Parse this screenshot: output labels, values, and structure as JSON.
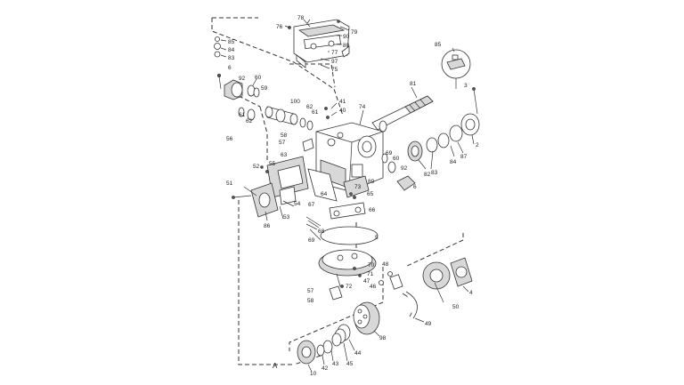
{
  "diagram": {
    "title": "",
    "reference_marker": "A",
    "callouts": [
      {
        "id": "c78",
        "text": "78"
      },
      {
        "id": "c76",
        "text": "76"
      },
      {
        "id": "c79",
        "text": "79"
      },
      {
        "id": "c90a",
        "text": "90"
      },
      {
        "id": "c80",
        "text": "80"
      },
      {
        "id": "c77",
        "text": "77"
      },
      {
        "id": "c97",
        "text": "97"
      },
      {
        "id": "c75",
        "text": "75"
      },
      {
        "id": "c85a",
        "text": "85"
      },
      {
        "id": "c84",
        "text": "84"
      },
      {
        "id": "c83",
        "text": "83"
      },
      {
        "id": "c6a",
        "text": "6"
      },
      {
        "id": "c92a",
        "text": "92"
      },
      {
        "id": "c60a",
        "text": "60"
      },
      {
        "id": "c59",
        "text": "59"
      },
      {
        "id": "c61a",
        "text": "61"
      },
      {
        "id": "c62a",
        "text": "62"
      },
      {
        "id": "c100",
        "text": "100"
      },
      {
        "id": "c62b",
        "text": "62"
      },
      {
        "id": "c61b",
        "text": "61"
      },
      {
        "id": "c41",
        "text": "41"
      },
      {
        "id": "c40",
        "text": "40"
      },
      {
        "id": "c74",
        "text": "74"
      },
      {
        "id": "c81",
        "text": "81"
      },
      {
        "id": "c85b",
        "text": "85"
      },
      {
        "id": "c3",
        "text": "3"
      },
      {
        "id": "c56",
        "text": "56"
      },
      {
        "id": "c58a",
        "text": "58"
      },
      {
        "id": "c57a",
        "text": "57"
      },
      {
        "id": "c63",
        "text": "63"
      },
      {
        "id": "c69",
        "text": "69"
      },
      {
        "id": "c60b",
        "text": "60"
      },
      {
        "id": "c92b",
        "text": "92"
      },
      {
        "id": "c82",
        "text": "82"
      },
      {
        "id": "c83b",
        "text": "83"
      },
      {
        "id": "c84b",
        "text": "84"
      },
      {
        "id": "c87",
        "text": "87"
      },
      {
        "id": "c2",
        "text": "2"
      },
      {
        "id": "c52",
        "text": "52"
      },
      {
        "id": "c55",
        "text": "55"
      },
      {
        "id": "c89",
        "text": "89"
      },
      {
        "id": "c6b",
        "text": "6"
      },
      {
        "id": "c73",
        "text": "73"
      },
      {
        "id": "c64",
        "text": "64"
      },
      {
        "id": "c51",
        "text": "51"
      },
      {
        "id": "c65",
        "text": "65"
      },
      {
        "id": "c54",
        "text": "54"
      },
      {
        "id": "c53",
        "text": "53"
      },
      {
        "id": "c67",
        "text": "67"
      },
      {
        "id": "c66",
        "text": "66"
      },
      {
        "id": "c86",
        "text": "86"
      },
      {
        "id": "c68",
        "text": "68"
      },
      {
        "id": "c69b",
        "text": "69"
      },
      {
        "id": "c5",
        "text": "5"
      },
      {
        "id": "c70",
        "text": "70"
      },
      {
        "id": "c71",
        "text": "71"
      },
      {
        "id": "c48",
        "text": "48"
      },
      {
        "id": "c47",
        "text": "47"
      },
      {
        "id": "c46",
        "text": "46"
      },
      {
        "id": "c72",
        "text": "72"
      },
      {
        "id": "c57b",
        "text": "57"
      },
      {
        "id": "c58b",
        "text": "58"
      },
      {
        "id": "c4",
        "text": "4"
      },
      {
        "id": "c50",
        "text": "50"
      },
      {
        "id": "c49",
        "text": "49"
      },
      {
        "id": "c98",
        "text": "98"
      },
      {
        "id": "c44",
        "text": "44"
      },
      {
        "id": "c45",
        "text": "45"
      },
      {
        "id": "c43",
        "text": "43"
      },
      {
        "id": "c42",
        "text": "42"
      },
      {
        "id": "c10",
        "text": "10"
      }
    ]
  }
}
